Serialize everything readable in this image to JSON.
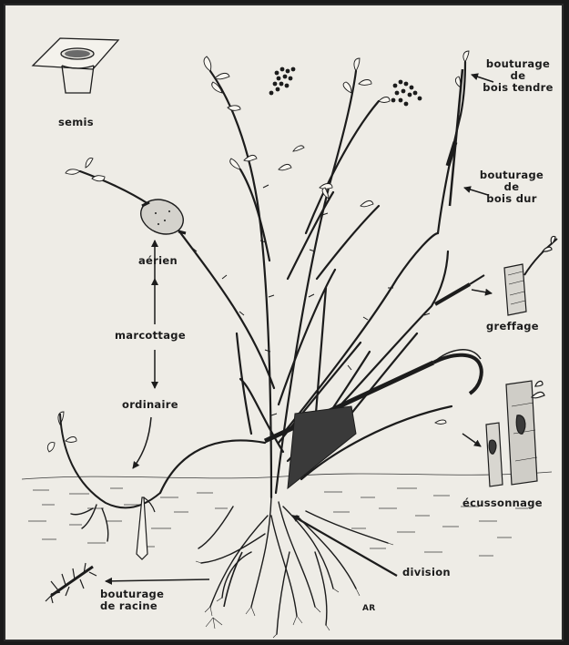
{
  "labels": {
    "semis": "semis",
    "bouturage_bois_tendre": [
      "bouturage",
      "de",
      "bois tendre"
    ],
    "bouturage_bois_dur": [
      "bouturage",
      "de",
      "bois dur"
    ],
    "greffage": "greffage",
    "ecussonnage": "écussonnage",
    "marcottage": "marcottage",
    "aerien": "aérien",
    "ordinaire": "ordinaire",
    "division": "division",
    "bouturage_racine": [
      "bouturage",
      "de racine"
    ],
    "signature": "AR"
  },
  "colors": {
    "ink": "#1c1c1c",
    "paper": "#eeece6",
    "frame": "#1a1a1a"
  }
}
